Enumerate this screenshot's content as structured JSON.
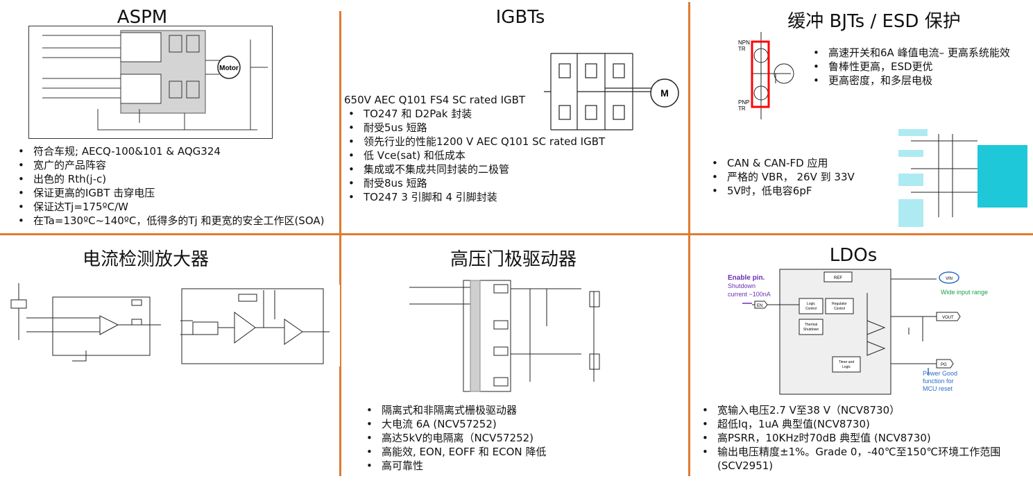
{
  "colors": {
    "divider": "#e07a2f",
    "highlight": "#ff0000",
    "teal": "#1fc8d8",
    "blue": "#2b6cc4",
    "green": "#1aa04a",
    "purple": "#6a2fb0"
  },
  "aspm": {
    "title": "ASPM",
    "bullets": [
      "符合车规; AECQ-100&101 & AQG324",
      "宽广的产品阵容",
      "出色的 Rth(j-c)",
      "保证更高的IGBT 击穿电压",
      "保证达Tj=175ºC/W",
      "在Ta=130ºC~140ºC，低得多的Tj 和更宽的安全工作区(SOA)"
    ],
    "diagram": {
      "motor": "Motor"
    }
  },
  "igbts": {
    "title": "IGBTs",
    "heading": "650V AEC Q101 FS4 SC rated IGBT",
    "bullets": [
      "TO247 和 D2Pak 封装",
      "耐受5us 短路",
      "领先行业的性能1200 V AEC Q101 SC rated IGBT",
      "低 Vce(sat) 和低成本",
      "集成或不集成共同封装的二极管",
      "耐受8us 短路",
      "TO247 3 引脚和 4 引脚封装"
    ],
    "diagram": {
      "motor": "M"
    }
  },
  "bjt": {
    "title": "缓冲 BJTs / ESD 保护",
    "bullets_top": [
      "高速开关和6A 峰值电流– 更高系统能效",
      "鲁棒性更高，ESD更优",
      "更高密度，和多层电极"
    ],
    "bullets_bottom": [
      "CAN & CAN-FD 应用",
      "严格的 VBR， 26V 到 33V",
      "5V时，低电容6pF"
    ],
    "diagram": {
      "npn": "NPN",
      "tr": "TR",
      "pnp": "PNP"
    }
  },
  "csa": {
    "title": "电流检测放大器"
  },
  "hv": {
    "title": "高压门极驱动器",
    "bullets": [
      "隔离式和非隔离式栅极驱动器",
      "大电流 6A (NCV57252)",
      "高达5kV的电隔离（NCV57252)"
    ],
    "eff": {
      "a": "高能效, ",
      "b": "E",
      "c": "ON",
      "d": ", E",
      "e": "OFF",
      "f": " 和 E",
      "g": "CON",
      "h": " 降低"
    },
    "last": "高可靠性"
  },
  "ldo": {
    "title": "LDOs",
    "bullets": [
      "宽输入电压2.7 V至38 V（NCV8730）",
      "超低Iq，1uA 典型值(NCV8730)",
      "高PSRR，10KHz时70dB 典型值 (NCV8730)",
      "输出电压精度±1%。Grade 0，-40℃至150℃环境工作范围 (SCV2951)"
    ],
    "diagram": {
      "enable": "Enable pin.",
      "shutdown": "Shutdown",
      "current": "current ~100nA",
      "en": "EN",
      "vin": "VIN",
      "wide": "Wide input range",
      "vout": "VOUT",
      "pg": "PG",
      "pg1": "Power Good",
      "pg2": "function for",
      "pg3": "MCU reset",
      "ref": "REF",
      "logic": "Logic",
      "control": "Control",
      "regulator": "Regulator",
      "thermal": "Thermal",
      "shutdown2": "Shutdown",
      "timer": "Timer and",
      "logic2": "Logic"
    }
  }
}
